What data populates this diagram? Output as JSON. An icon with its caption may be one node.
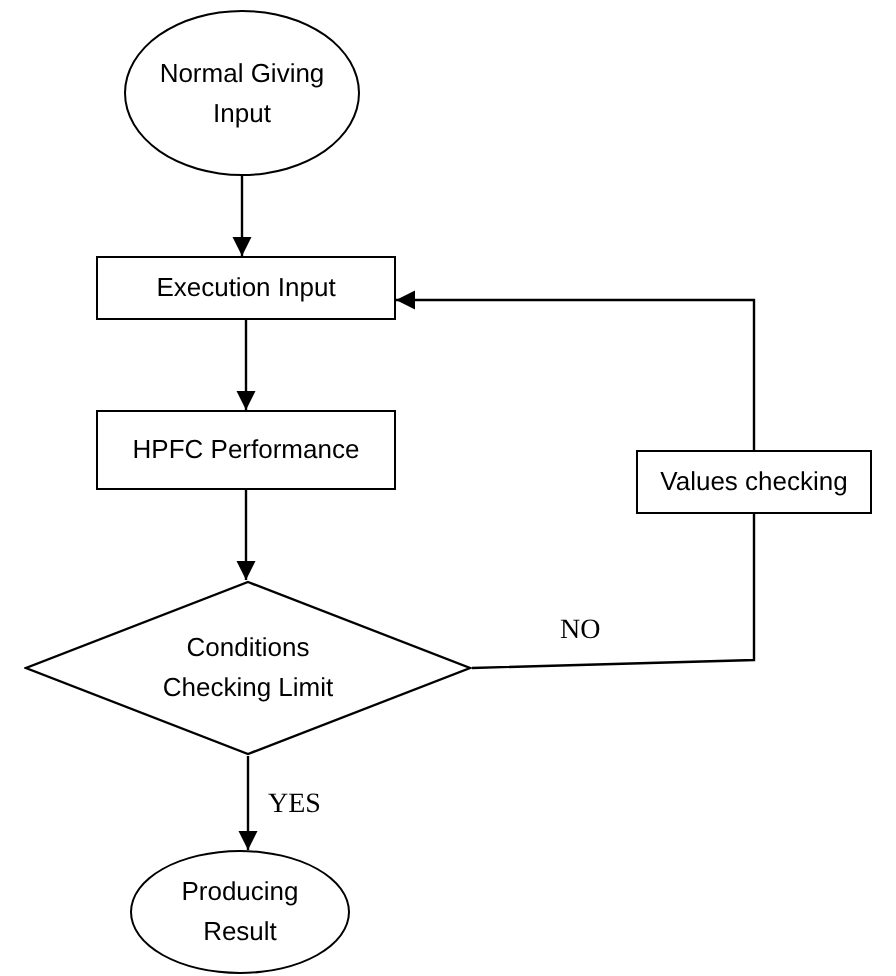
{
  "diagram": {
    "nodes": [
      {
        "text": [
          "Normal Giving Input"
        ]
      },
      {
        "text": [
          "Execution Input"
        ]
      },
      {
        "text": [
          "HPFC Performance"
        ]
      },
      {
        "text": [
          "Conditions Checking Limit"
        ]
      },
      {
        "text": [
          "Values checking"
        ]
      },
      {
        "text": [
          "Producing Result"
        ]
      }
    ],
    "edges": [
      {
        "from": 0,
        "to": 1,
        "arrow": "to"
      },
      {
        "from": 1,
        "to": 2,
        "arrow": "to"
      },
      {
        "from": 2,
        "to": 3,
        "arrow": "to"
      },
      {
        "from": 3,
        "to": 4,
        "arrow": "none",
        "label": "NO"
      },
      {
        "from": 4,
        "to": 1,
        "arrow": "to"
      },
      {
        "from": 3,
        "to": 5,
        "arrow": "to",
        "label": "YES"
      }
    ]
  }
}
